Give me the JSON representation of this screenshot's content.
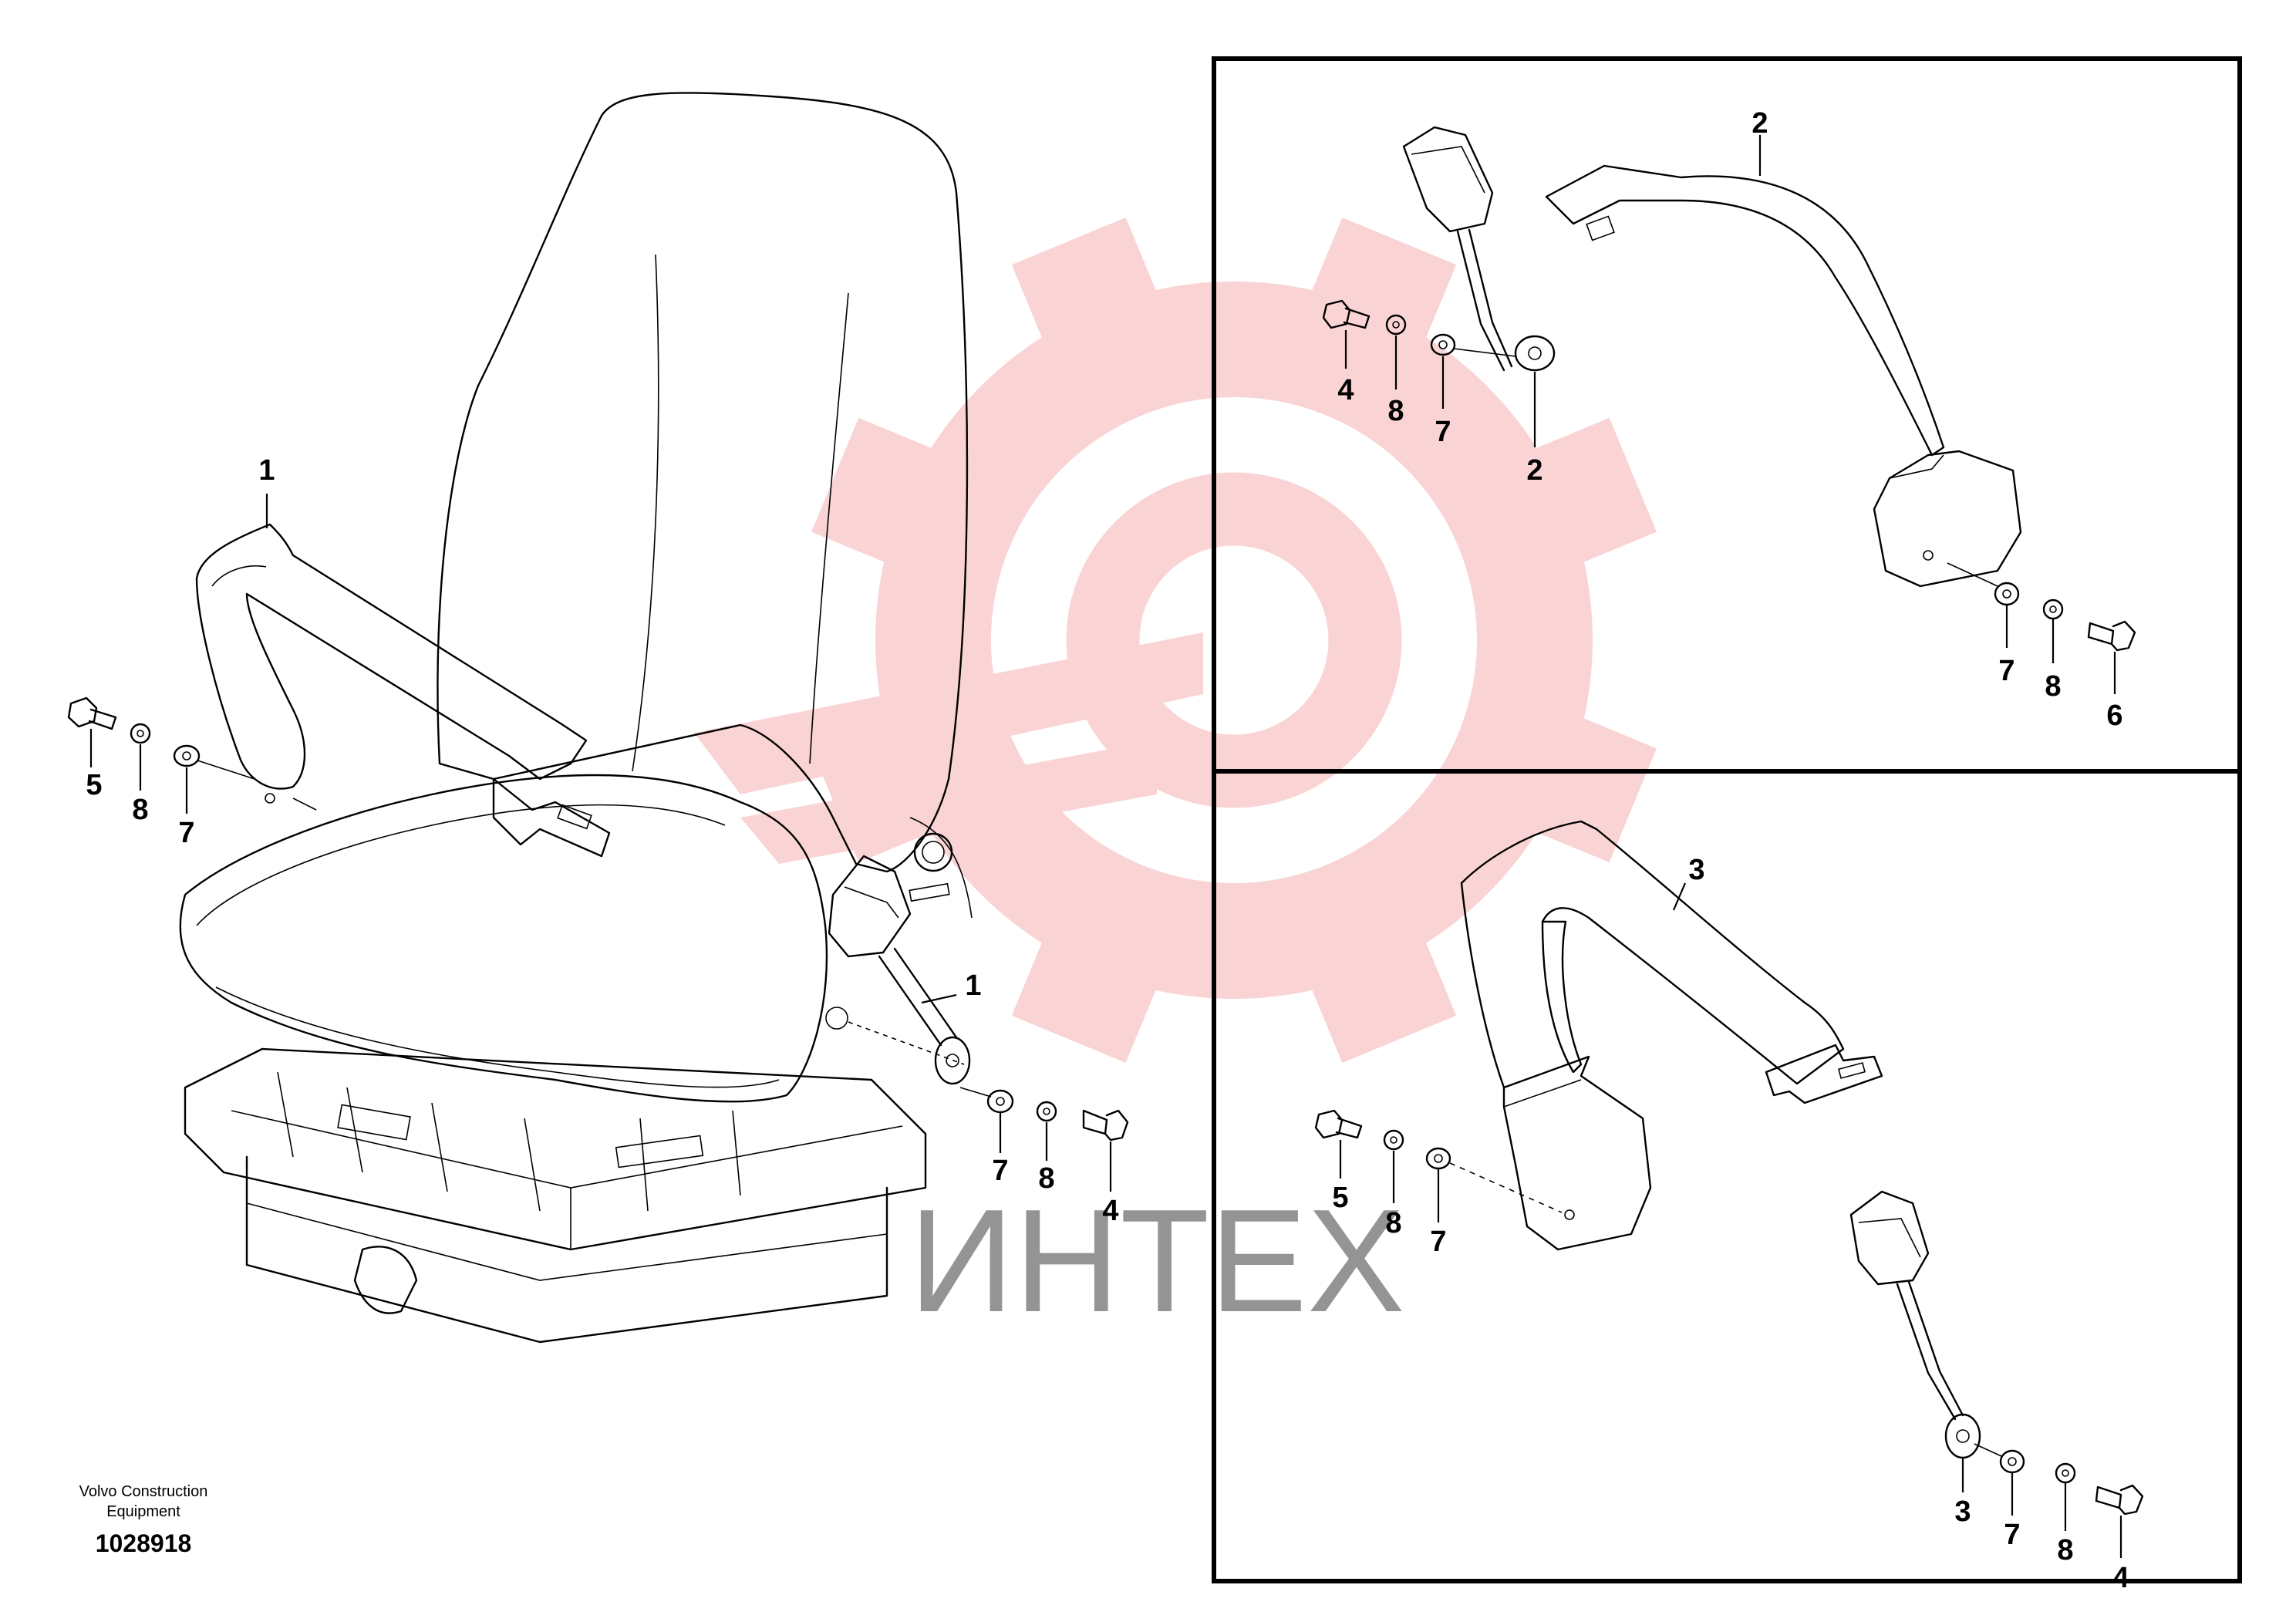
{
  "diagram": {
    "watermark": {
      "text": "ИНТЕХ",
      "color": "#f29a9a",
      "text_color": "#d6d6d6"
    },
    "brand_lines": [
      "Volvo Construction",
      "Equipment"
    ],
    "figure_number": "1028918",
    "labels": {
      "main_belt_top": "1",
      "main_left_bolt": "5",
      "main_left_washer_a": "8",
      "main_left_washer_b": "7",
      "main_buckle": "1",
      "main_right_washer_a": "7",
      "main_right_washer_b": "8",
      "main_right_bolt": "4",
      "tr_retractor": "2",
      "tr_bolt": "4",
      "tr_washer_a": "8",
      "tr_washer_b": "7",
      "tr_buckle": "2",
      "tr_right_washer_a": "7",
      "tr_right_washer_b": "8",
      "tr_right_bolt": "6",
      "br_belt": "3",
      "br_bolt": "5",
      "br_washer_a": "8",
      "br_washer_b": "7",
      "br_buckle": "3",
      "br_right_washer_a": "7",
      "br_right_washer_b": "8",
      "br_right_bolt": "4"
    }
  }
}
